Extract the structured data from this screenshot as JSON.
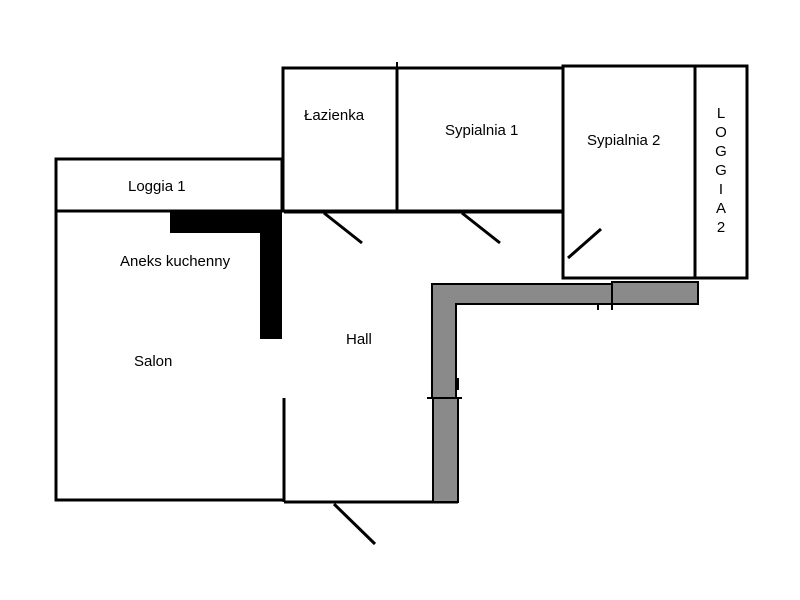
{
  "colors": {
    "background": "#ffffff",
    "wall": "#000000",
    "solid_wall": "#000000",
    "gray_wall": "#8a8a8a"
  },
  "rooms": {
    "loggia1": "Loggia 1",
    "lazienka": "Łazienka",
    "sypialnia1": "Sypialnia 1",
    "sypialnia2": "Sypialnia 2",
    "loggia2": "LOGGIA2",
    "aneks": "Aneks kuchenny",
    "salon": "Salon",
    "hall": "Hall"
  }
}
